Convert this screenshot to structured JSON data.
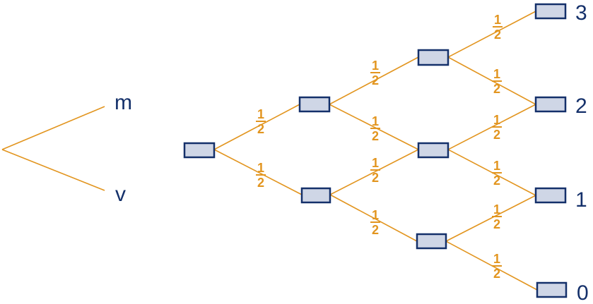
{
  "legend": {
    "upper_label": "m",
    "lower_label": "v"
  },
  "tree": {
    "probability": {
      "numerator": "1",
      "denominator": "2"
    },
    "outcomes": [
      "3",
      "2",
      "1",
      "0"
    ]
  },
  "colors": {
    "edge": "#e2951f",
    "node_fill": "#cfd6e6",
    "node_stroke": "#14306a",
    "label_text": "#14306a"
  }
}
